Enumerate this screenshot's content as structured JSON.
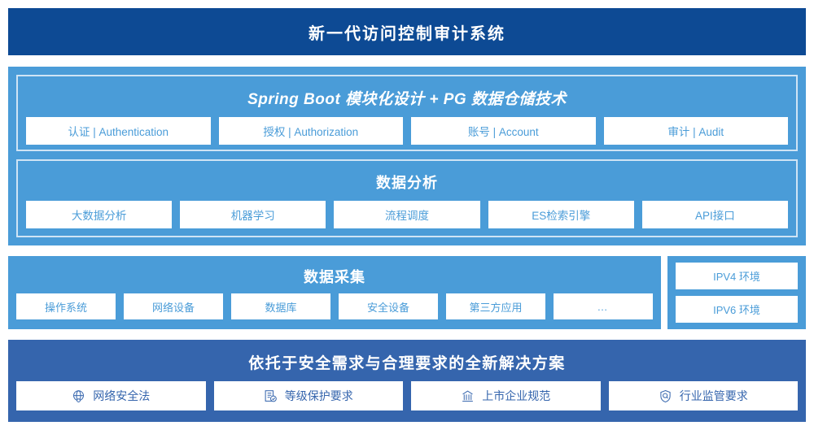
{
  "header": {
    "title": "新一代访问控制审计系统"
  },
  "colors": {
    "header_navy": "#0d4a94",
    "panel_light_blue": "#4a9cd8",
    "panel_dark_blue": "#3565ad",
    "card_bg": "#ffffff",
    "card_text_light": "#4a9cd8",
    "card_text_dark": "#3565ad",
    "inner_border": "#cfe4f5"
  },
  "section_platform": {
    "title": "Spring Boot 模块化设计 + PG 数据仓储技术",
    "cards": [
      {
        "label": "认证 | Authentication"
      },
      {
        "label": "授权 | Authorization"
      },
      {
        "label": "账号 | Account"
      },
      {
        "label": "审计 | Audit"
      }
    ]
  },
  "section_analysis": {
    "title": "数据分析",
    "cards": [
      {
        "label": "大数据分析"
      },
      {
        "label": "机器学习"
      },
      {
        "label": "流程调度"
      },
      {
        "label": "ES检索引擎"
      },
      {
        "label": "API接口"
      }
    ]
  },
  "section_collection": {
    "title": "数据采集",
    "cards": [
      {
        "label": "操作系统"
      },
      {
        "label": "网络设备"
      },
      {
        "label": "数据库"
      },
      {
        "label": "安全设备"
      },
      {
        "label": "第三方应用"
      },
      {
        "label": "…"
      }
    ]
  },
  "section_environment": {
    "cards": [
      {
        "label": "IPV4 环境"
      },
      {
        "label": "IPV6 环境"
      }
    ]
  },
  "section_compliance": {
    "title": "依托于安全需求与合理要求的全新解决方案",
    "cards": [
      {
        "label": "网络安全法",
        "icon": "globe-icon"
      },
      {
        "label": "等级保护要求",
        "icon": "document-check-icon"
      },
      {
        "label": "上市企业规范",
        "icon": "bank-icon"
      },
      {
        "label": "行业监管要求",
        "icon": "shield-search-icon"
      }
    ]
  }
}
